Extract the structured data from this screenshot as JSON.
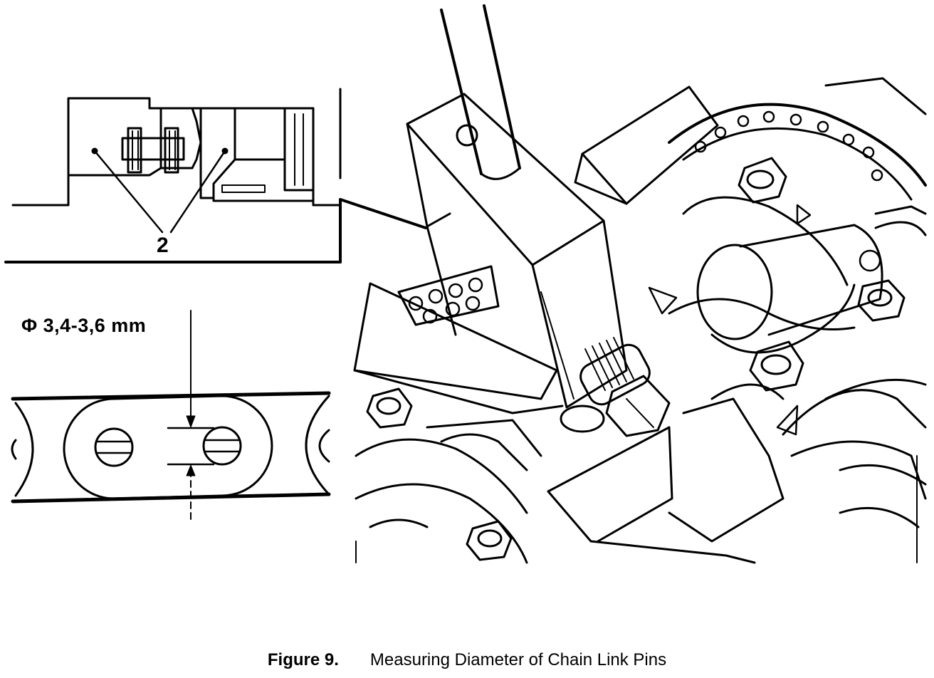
{
  "figure": {
    "callout": "2",
    "dimension_label": "Φ 3,4-3,6 mm",
    "caption_number": "Figure 9.",
    "caption_text": "Measuring Diameter of Chain Link Pins"
  }
}
